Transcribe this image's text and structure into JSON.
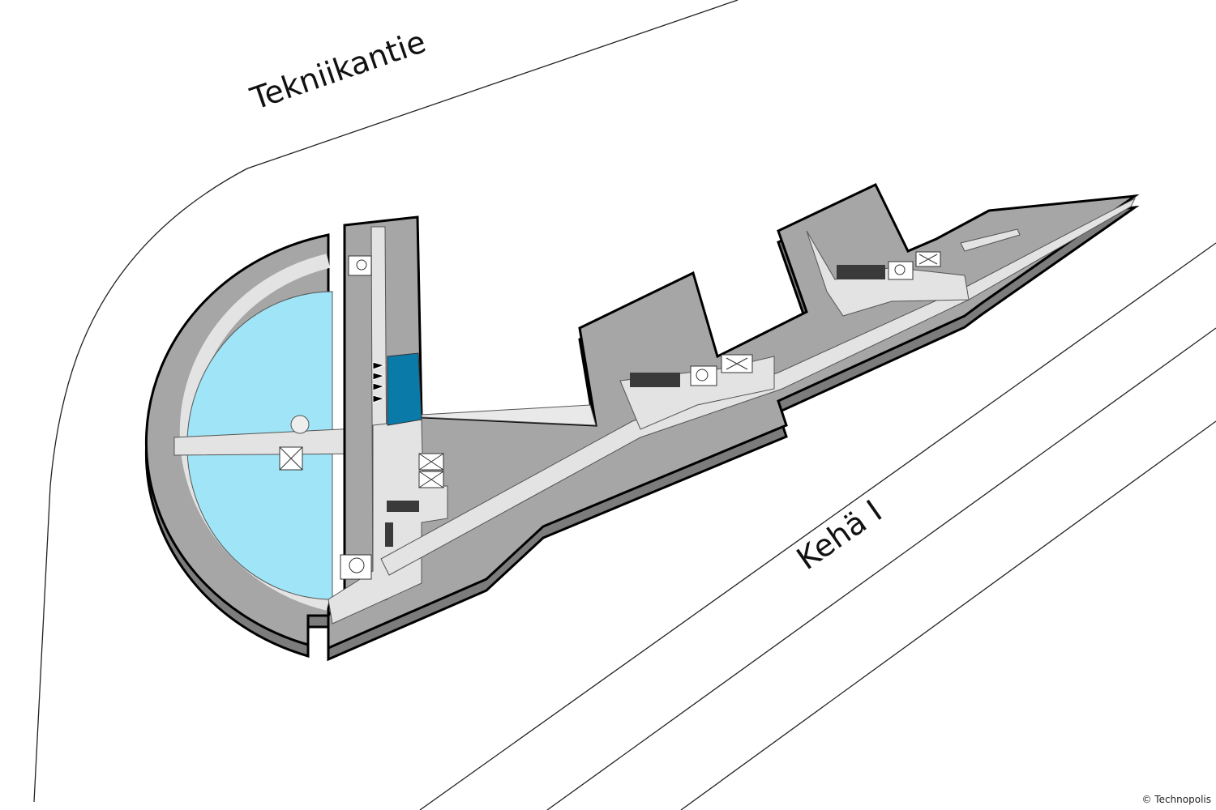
{
  "streets": {
    "north": "Tekniikantie",
    "south": "Kehä I"
  },
  "copyright": "© Technopolis",
  "colors": {
    "room": "#a6a6a6",
    "corridor": "#e3e3e3",
    "atrium": "#9fe4f7",
    "highlight": "#0a7aa8",
    "dark_room": "#3a3a3a",
    "edge": "#7c7c7c"
  },
  "icons": [
    "stairs-icon",
    "elevator-icon",
    "entrance-arrows-icon"
  ]
}
